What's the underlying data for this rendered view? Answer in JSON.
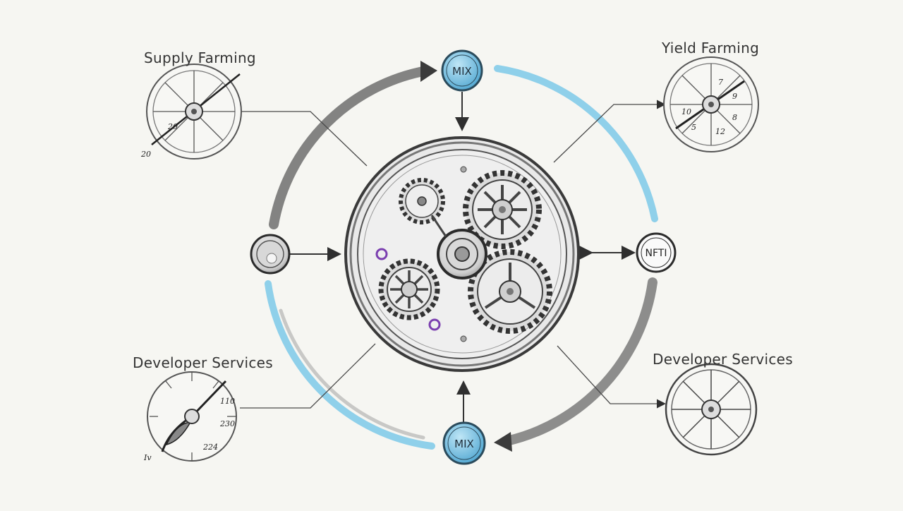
{
  "labels": {
    "top_left": "Supply Farming",
    "top_right": "Yield Farming",
    "bottom_left": "Developer Services",
    "bottom_right": "Developer Services"
  },
  "hubs": {
    "top": "MIX",
    "bottom": "MIX",
    "right": "NFTI"
  },
  "dial_marks": {
    "supply_mid": "20",
    "supply_outer": "20",
    "yield_1": "7",
    "yield_2": "9",
    "yield_3": "10",
    "yield_4": "8",
    "yield_5": "5",
    "yield_6": "12",
    "dev_1": "110",
    "dev_2": "230",
    "dev_3": "224",
    "dev_4": "Iv"
  },
  "colors": {
    "accent_blue": "#8fd0ea",
    "hub_fill": "#62b7de",
    "ink": "#2b2b2b",
    "purple": "#7b3fb0"
  }
}
